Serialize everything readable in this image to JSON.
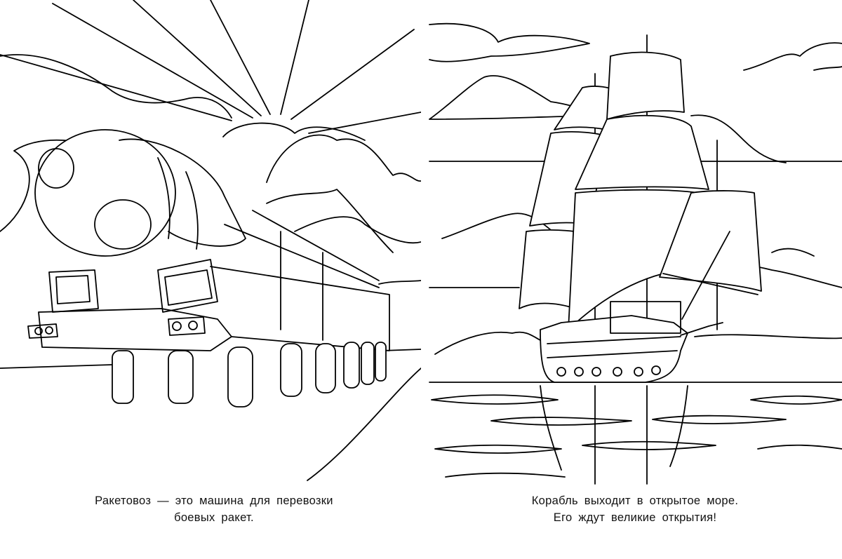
{
  "left_page": {
    "caption_line1": "Ракетовоз — это машина для перевозки",
    "caption_line2": "боевых ракет."
  },
  "right_page": {
    "caption_line1": "Корабль выходит в открытое море.",
    "caption_line2": "Его ждут великие открытия!"
  }
}
